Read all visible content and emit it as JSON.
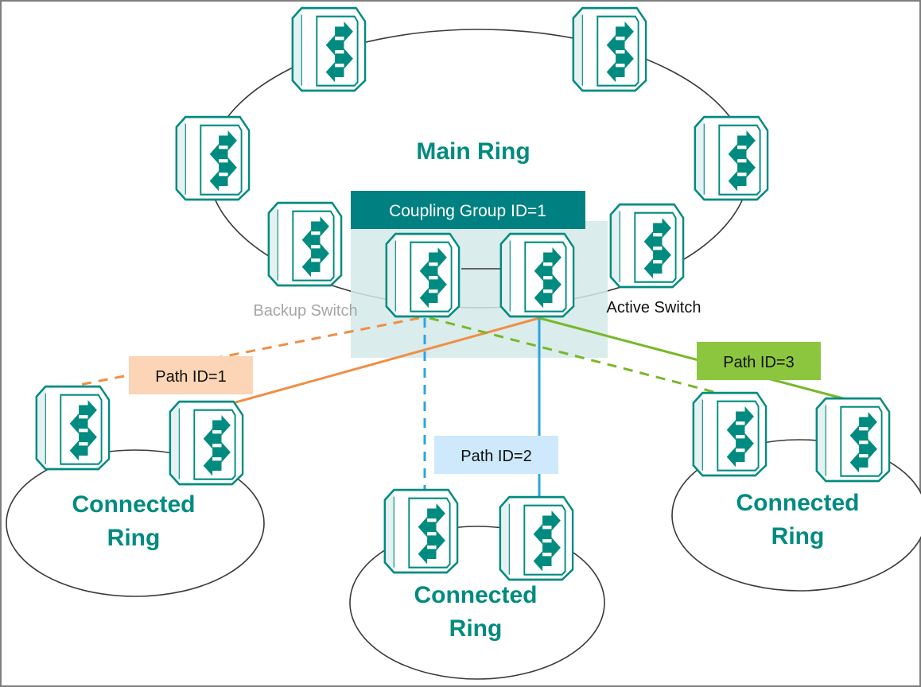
{
  "diagram": {
    "main_ring": {
      "title": "Main Ring"
    },
    "coupling_group": {
      "label": "Coupling Group ID=1",
      "header_color": "#008080",
      "area_color": "#d3e9e7"
    },
    "backup_switch": {
      "label": "Backup Switch",
      "color": "#a6a6a6"
    },
    "active_switch": {
      "label": "Active Switch",
      "color": "#111111"
    },
    "connected_rings": [
      {
        "line1": "Connected",
        "line2": "Ring"
      },
      {
        "line1": "Connected",
        "line2": "Ring"
      },
      {
        "line1": "Connected",
        "line2": "Ring"
      }
    ],
    "paths": [
      {
        "label": "Path ID=1",
        "color": "#f08e45",
        "fill": "#fbd5b5"
      },
      {
        "label": "Path ID=2",
        "color": "#2ea3e0",
        "fill": "#cde9fb"
      },
      {
        "label": "Path ID=3",
        "color": "#78b82a",
        "fill": "#8cc63f"
      }
    ],
    "switch_color": "#008b80",
    "border_color": "#7f7f7f"
  }
}
